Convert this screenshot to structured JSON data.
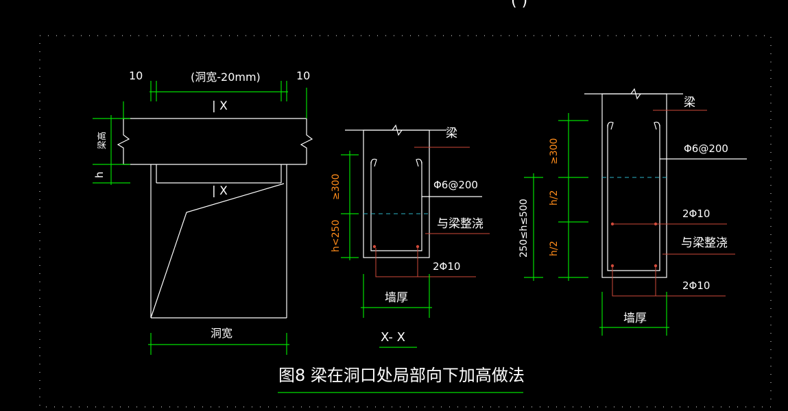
{
  "header_fragment": "(  )",
  "elevation": {
    "dim_left": "10",
    "dim_mid": "(洞宽-20mm)",
    "dim_right": "10",
    "section_mark_top": "| X",
    "section_mark_mid": "| X",
    "beam_height": "梁高",
    "h_label": "h",
    "bottom_dim": "洞宽"
  },
  "section_small": {
    "beam": "梁",
    "stirrup": "Φ6@200",
    "pour": "与梁整浇",
    "bottom_bars": "2Φ10",
    "dim_top": "≥300",
    "dim_bottom": "h<250",
    "wall": "墙厚",
    "title": "X- X"
  },
  "section_large": {
    "beam": "梁",
    "stirrup": "Φ6@200",
    "mid_bars": "2Φ10",
    "pour": "与梁整浇",
    "bottom_bars": "2Φ10",
    "dim_top": "≥300",
    "dim_half1": "h/2",
    "dim_half2": "h/2",
    "dim_range": "250≤h≤500",
    "wall": "墙厚"
  },
  "figure_title": "图8  梁在洞口处局部向下加高做法",
  "colors": {
    "line_white": "#ffffff",
    "dim_green": "#00e000",
    "rebar_red": "#d04a3a",
    "dim_text_orange": "#ff8c1a",
    "center_cyan": "#2bb5c8"
  }
}
